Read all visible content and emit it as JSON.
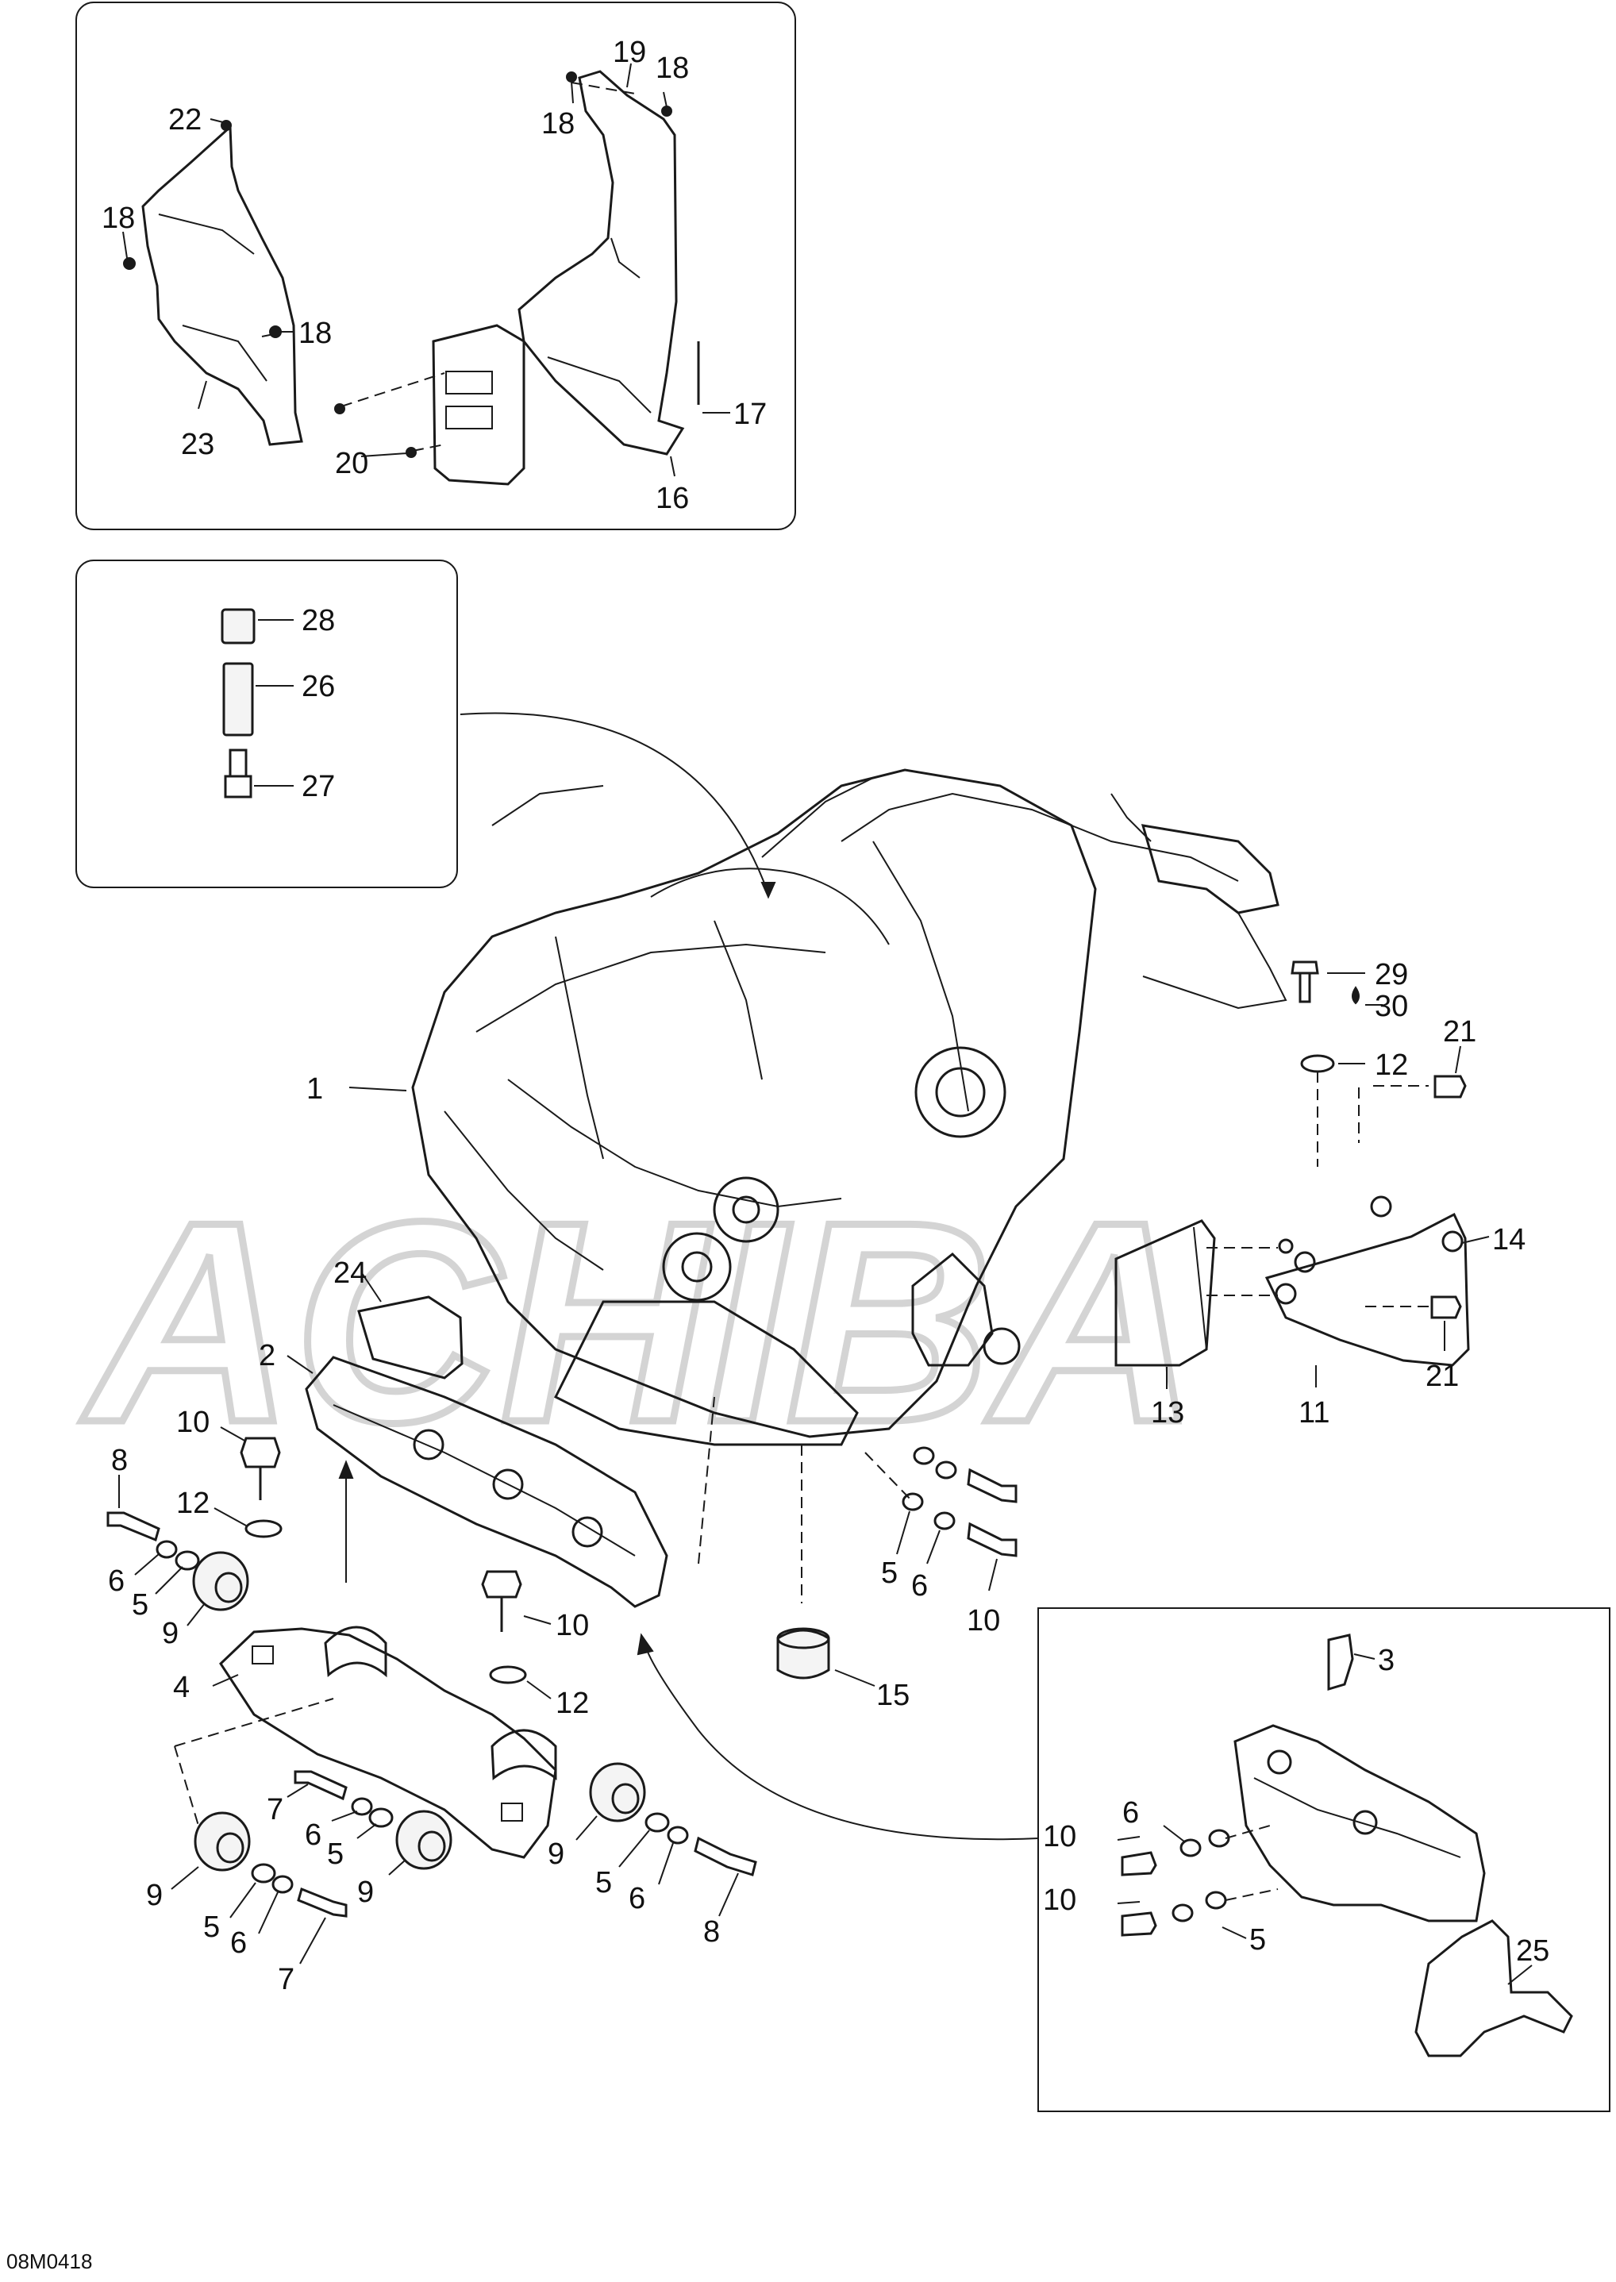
{
  "watermark": "ACHIBA",
  "reference_code": "08M0418",
  "callouts": {
    "c1": "1",
    "c2": "2",
    "c3": "3",
    "c4": "4",
    "c5a": "5",
    "c5b": "5",
    "c5c": "5",
    "c5d": "5",
    "c5e": "5",
    "c5f": "5",
    "c6a": "6",
    "c6b": "6",
    "c6c": "6",
    "c6d": "6",
    "c6e": "6",
    "c6f": "6",
    "c7a": "7",
    "c7b": "7",
    "c8a": "8",
    "c8b": "8",
    "c9a": "9",
    "c9b": "9",
    "c9c": "9",
    "c9d": "9",
    "c10a": "10",
    "c10b": "10",
    "c10c": "10",
    "c10d": "10",
    "c10e": "10",
    "c11": "11",
    "c12a": "12",
    "c12b": "12",
    "c12c": "12",
    "c13": "13",
    "c14": "14",
    "c15": "15",
    "c16": "16",
    "c17": "17",
    "c18a": "18",
    "c18b": "18",
    "c18c": "18",
    "c18d": "18",
    "c19": "19",
    "c20": "20",
    "c21a": "21",
    "c21b": "21",
    "c22": "22",
    "c23": "23",
    "c24": "24",
    "c25": "25",
    "c26": "26",
    "c27": "27",
    "c28": "28",
    "c29": "29",
    "c30": "30"
  }
}
